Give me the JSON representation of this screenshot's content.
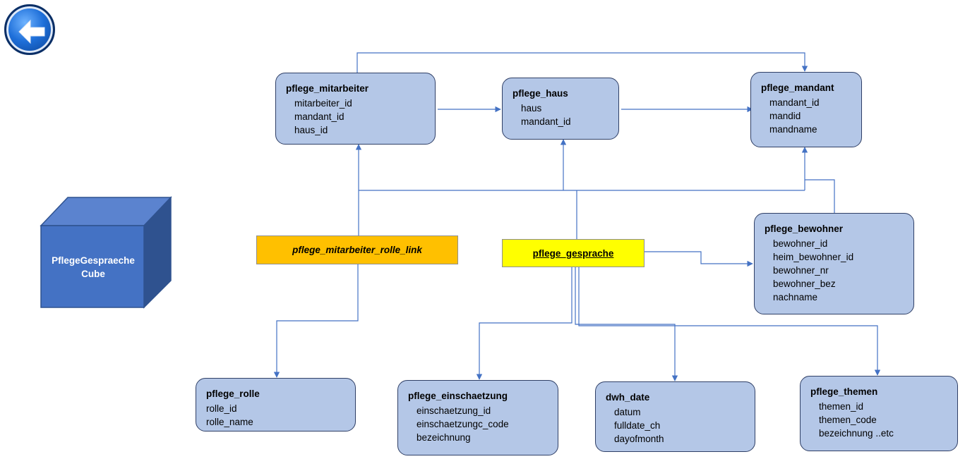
{
  "back_button": {
    "icon": "arrow-left-icon"
  },
  "cube": {
    "line1": "PflegeGespraeche",
    "line2": "Cube"
  },
  "tables": {
    "mitarbeiter": {
      "title": "pflege_mitarbeiter",
      "fields": [
        "mitarbeiter_id",
        "mandant_id",
        "haus_id"
      ]
    },
    "haus": {
      "title": "pflege_haus",
      "fields": [
        "haus",
        "mandant_id"
      ]
    },
    "mandant": {
      "title": "pflege_mandant",
      "fields": [
        "mandant_id",
        "mandid",
        "mandname"
      ]
    },
    "bewohner": {
      "title": "pflege_bewohner",
      "fields": [
        "bewohner_id",
        "heim_bewohner_id",
        "bewohner_nr",
        "bewohner_bez",
        "nachname"
      ]
    },
    "rolle": {
      "title": "pflege_rolle",
      "fields": [
        "rolle_id",
        "rolle_name"
      ]
    },
    "einschaetzung": {
      "title": "pflege_einschaetzung",
      "fields": [
        "einschaetzung_id",
        "einschaetzungc_code",
        "bezeichnung"
      ]
    },
    "dwh_date": {
      "title": "dwh_date",
      "fields": [
        "datum",
        "fulldate_ch",
        "dayofmonth"
      ]
    },
    "themen": {
      "title": "pflege_themen",
      "fields": [
        "themen_id",
        "themen_code",
        "bezeichnung  ..etc"
      ]
    }
  },
  "facts": {
    "rolle_link": {
      "label": "pflege_mitarbeiter_rolle_link",
      "color": "#ffc000"
    },
    "gesprache": {
      "label": "pflege_gesprache",
      "color": "#ffff00"
    }
  },
  "colors": {
    "connector": "#4472c4",
    "table_fill": "#b4c7e7",
    "cube_front": "#4472c4"
  }
}
